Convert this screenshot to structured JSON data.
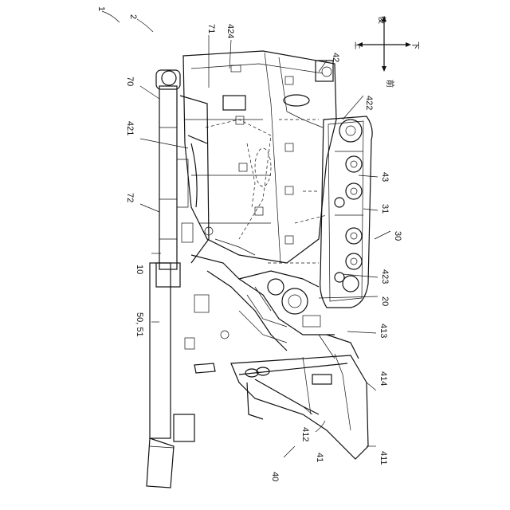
{
  "figure": {
    "labels": {
      "l1": "1",
      "l2": "2",
      "l70": "70",
      "l71": "71",
      "l424": "424",
      "l42": "42",
      "l422": "422",
      "l421": "421",
      "l43": "43",
      "l72": "72",
      "l31": "31",
      "l30": "30",
      "l10": "10",
      "l423": "423",
      "l20": "20",
      "l5051": "50, 51",
      "l413": "413",
      "l414": "414",
      "l412": "412",
      "l41": "41",
      "l411": "411",
      "l40": "40"
    },
    "directions": {
      "up": "上",
      "down": "下",
      "front": "前",
      "back": "後"
    }
  }
}
